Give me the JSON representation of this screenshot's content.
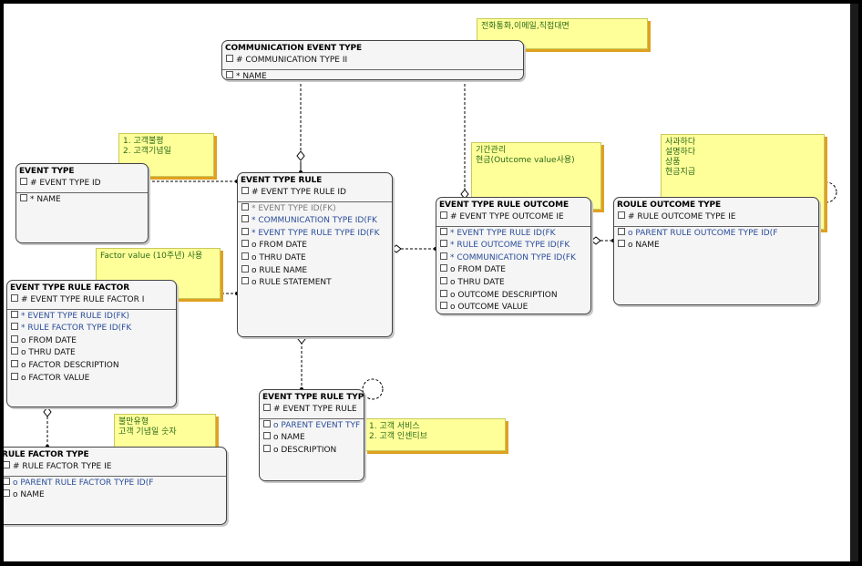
{
  "entities": {
    "communication_event_type": {
      "title": "COMMUNICATION EVENT TYPE",
      "attrs": [
        {
          "text": "# COMMUNICATION TYPE II"
        },
        {
          "text": "* NAME"
        }
      ]
    },
    "event_type": {
      "title": "EVENT TYPE",
      "attrs": [
        {
          "text": "# EVENT TYPE ID"
        },
        {
          "text": "* NAME"
        }
      ]
    },
    "event_type_rule": {
      "title": "EVENT TYPE RULE",
      "attrs": [
        {
          "text": "# EVENT TYPE RULE ID"
        },
        {
          "text": "* EVENT TYPE ID(FK)"
        },
        {
          "text": "* COMMUNICATION TYPE ID(FK"
        },
        {
          "text": "* EVENT TYPE RULE TYPE ID(FK"
        },
        {
          "text": "o FROM DATE"
        },
        {
          "text": "o THRU DATE"
        },
        {
          "text": "o RULE NAME"
        },
        {
          "text": "o RULE STATEMENT"
        }
      ]
    },
    "event_type_rule_outcome": {
      "title": "EVENT TYPE RULE OUTCOME",
      "attrs": [
        {
          "text": "# EVENT TYPE OUTCOME IE"
        },
        {
          "text": "* EVENT TYPE RULE ID(FK"
        },
        {
          "text": "* RULE OUTCOME TYPE ID(FK"
        },
        {
          "text": "* COMMUNICATION TYPE ID(FK"
        },
        {
          "text": "o FROM DATE"
        },
        {
          "text": "o THRU DATE"
        },
        {
          "text": "o OUTCOME DESCRIPTION"
        },
        {
          "text": "o OUTCOME VALUE"
        }
      ]
    },
    "roule_outcome_type": {
      "title": "ROULE OUTCOME TYPE",
      "attrs": [
        {
          "text": "# RULE OUTCOME TYPE IE"
        },
        {
          "text": "o PARENT RULE OUTCOME TYPE ID(F"
        },
        {
          "text": "o NAME"
        }
      ]
    },
    "event_type_rule_factor": {
      "title": "EVENT TYPE RULE FACTOR",
      "attrs": [
        {
          "text": "# EVENT TYPE RULE FACTOR I"
        },
        {
          "text": "* EVENT TYPE RULE ID(FK)"
        },
        {
          "text": "* RULE FACTOR TYPE ID(FK"
        },
        {
          "text": "o FROM DATE"
        },
        {
          "text": "o THRU DATE"
        },
        {
          "text": "o FACTOR DESCRIPTION"
        },
        {
          "text": "o FACTOR VALUE"
        }
      ]
    },
    "event_type_rule_type": {
      "title": "EVENT TYPE RULE TYP",
      "attrs": [
        {
          "text": "# EVENT TYPE RULE"
        },
        {
          "text": "o PARENT EVENT TYF"
        },
        {
          "text": "o NAME"
        },
        {
          "text": "o DESCRIPTION"
        }
      ]
    },
    "rule_factor_type": {
      "title": "RULE FACTOR TYPE",
      "attrs": [
        {
          "text": "# RULE FACTOR TYPE IE"
        },
        {
          "text": "o PARENT RULE FACTOR TYPE ID(F"
        },
        {
          "text": "o NAME"
        }
      ]
    }
  },
  "notes": {
    "comm_channels": "전화통화,이메일,직접대면",
    "event_examples": "1. 고객불평\n2. 고객기념일",
    "outcome_note": "기간관리\n현금(Outcome value사용)",
    "outcome_types": "사과하다\n설명하다\n상품\n현금지급",
    "factor_value": "Factor value (10주년) 사용",
    "factor_types": "불만유형\n고객 기념일 숫자",
    "rule_types": "1. 고객 서비스\n2. 고객 인센티브"
  },
  "colors": {
    "note_fill": "#ffff99",
    "note_text": "#2a6a1a",
    "fk_text": "#2a4d9a",
    "entity_fill": "#f5f5f5"
  }
}
